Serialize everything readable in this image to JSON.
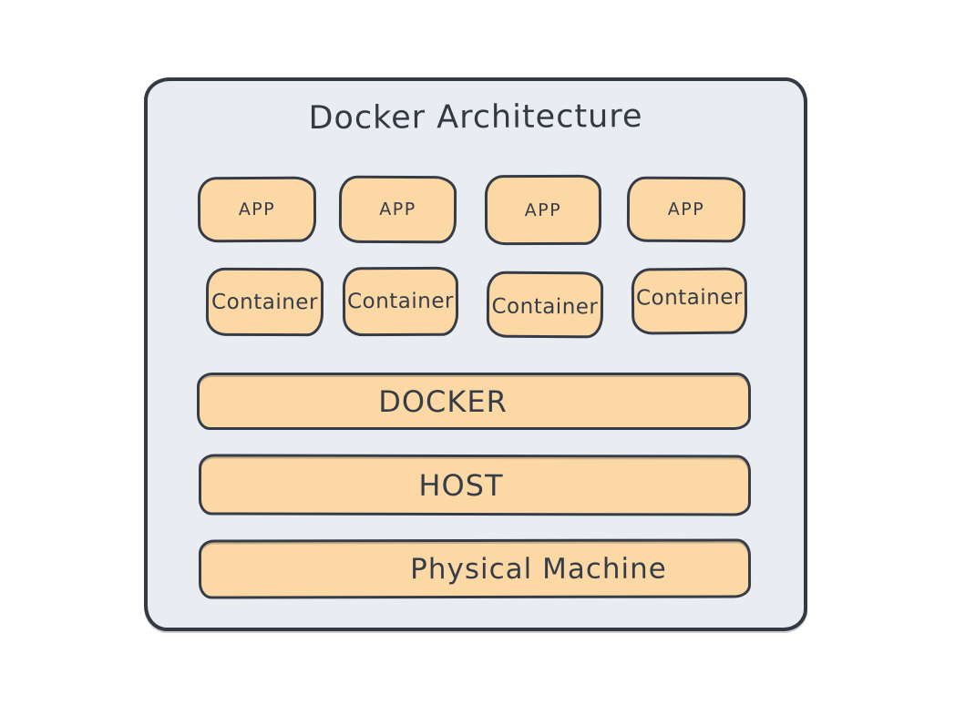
{
  "diagram": {
    "title": "Docker Architecture",
    "app_boxes": [
      {
        "label": "APP"
      },
      {
        "label": "APP"
      },
      {
        "label": "APP"
      },
      {
        "label": "APP"
      }
    ],
    "container_boxes": [
      {
        "label": "Container"
      },
      {
        "label": "Container"
      },
      {
        "label": "Container"
      },
      {
        "label": "Container"
      }
    ],
    "layers": [
      {
        "label": "DOCKER"
      },
      {
        "label": "HOST"
      },
      {
        "label": "Physical Machine"
      }
    ],
    "colors": {
      "page_background": "#ffffff",
      "panel_fill": "#e9edf1",
      "panel_stroke": "#333a44",
      "box_fill": "#fcd8a5",
      "box_stroke": "#363c47",
      "text": "#363d49"
    }
  }
}
